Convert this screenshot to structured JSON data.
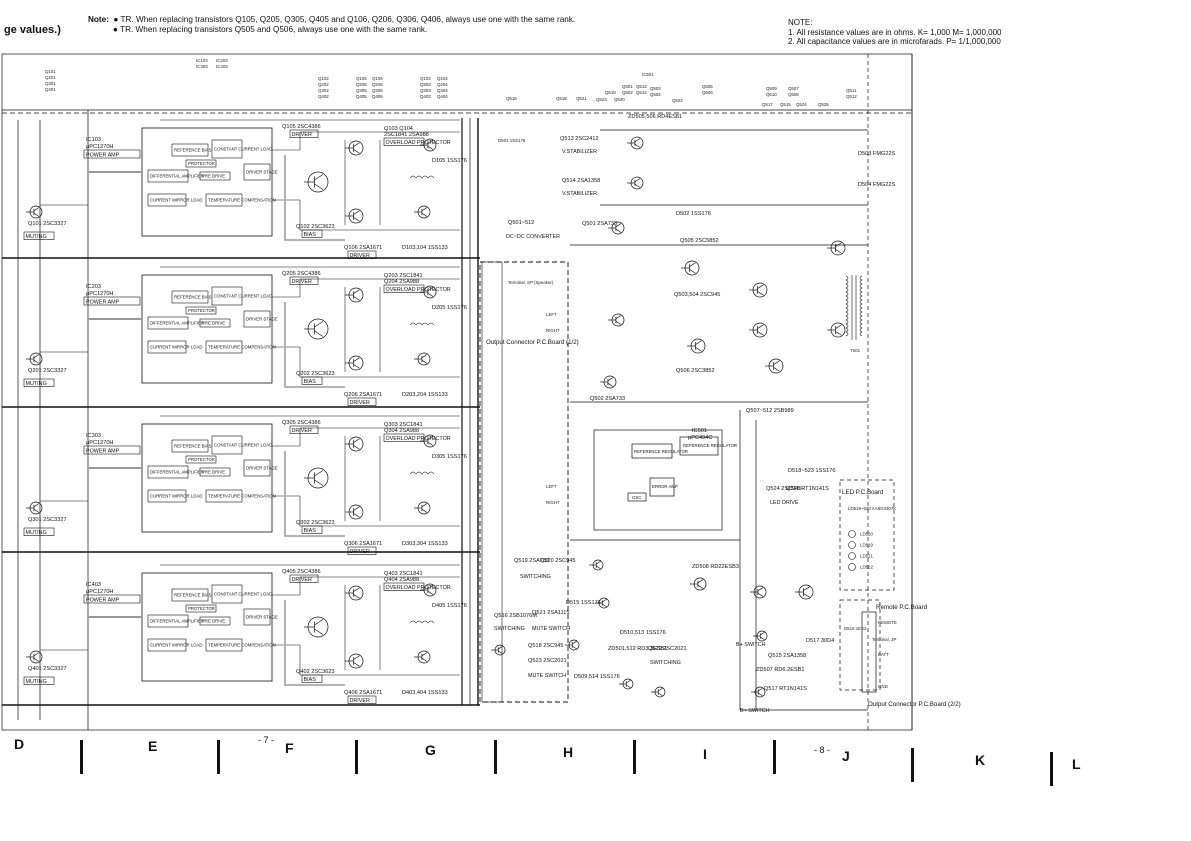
{
  "header": {
    "left_caption": "ge values.)",
    "note_label": "Note:",
    "note_lines": [
      "TR. When replacing transistors Q105, Q205, Q305, Q405 and Q106, Q206, Q306, Q406, always use one with the same rank.",
      "TR. When replacing transistors Q505 and Q506, always use one with the same rank."
    ],
    "note_right": [
      "NOTE:",
      "1. All resistance values are in ohms. K= 1,000 M= 1,000,000",
      "2. All capacitance values are in microfarads. P= 1/1,000,000"
    ]
  },
  "ref_rows": {
    "r1": [
      "Q101",
      "Q201",
      "Q301",
      "Q401"
    ],
    "r2": [
      "IC103",
      "IC203",
      "IC303",
      "IC403"
    ],
    "r3": [
      "Q102",
      "Q202",
      "Q302",
      "Q402"
    ],
    "r4": [
      "Q105",
      "Q205",
      "Q305",
      "Q405"
    ],
    "r5": [
      "Q106",
      "Q206",
      "Q306",
      "Q406"
    ],
    "r6": [
      "Q103",
      "Q203",
      "Q303",
      "Q403"
    ],
    "r7": [
      "Q104",
      "Q204",
      "Q304",
      "Q404"
    ],
    "r8": [
      "Q516"
    ],
    "r9": [
      "Q518",
      "Q521"
    ],
    "r10": [
      "IC501",
      "Q501",
      "Q502",
      "Q503",
      "Q519",
      "Q523",
      "Q520"
    ],
    "r11": [
      "Q513",
      "Q514",
      "Q503",
      "Q504"
    ],
    "r12": [
      "Q522"
    ],
    "r13": [
      "Q505",
      "Q506"
    ],
    "r14": [
      "Q509",
      "Q510",
      "Q507",
      "Q508"
    ],
    "r15": [
      "Q517",
      "Q515",
      "Q524",
      "Q525"
    ],
    "r16": [
      "Q511",
      "Q512"
    ]
  },
  "channels": [
    {
      "ic": "IC103",
      "ic_part": "μPC1270H",
      "ic_func": "POWER AMP",
      "drv": "Q105 2SC4386",
      "drv_tag": "DRIVER",
      "drv2": "Q106 2SA1671",
      "drv2_tag": "DRIVER",
      "bias": "Q102 2SC3623",
      "bias_tag": "BIAS",
      "mute": "Q101 2SC3327",
      "mute_tag": "MUTING",
      "diode": "D103,104 1SS133",
      "prot1": "Q103 Q104",
      "prot1_b": "2SC1841 2SA988",
      "prot_tag": "OVERLOAD PROTECTOR",
      "diode2": "D105 1SS176"
    },
    {
      "ic": "IC203",
      "ic_part": "μPC1270H",
      "ic_func": "POWER AMP",
      "drv": "Q205 2SC4386",
      "drv_tag": "DRIVER",
      "drv2": "Q206 2SA1671",
      "drv2_tag": "DRIVER",
      "bias": "Q202 2SC3623",
      "bias_tag": "BIAS",
      "mute": "Q201 2SC3327",
      "mute_tag": "MUTING",
      "diode": "D203,204 1SS133",
      "prot1": "Q203 2SC1841",
      "prot1_b": "Q204 2SA988",
      "prot_tag": "OVERLOAD PROTECTOR",
      "diode2": "D205 1SS176"
    },
    {
      "ic": "IC303",
      "ic_part": "μPC1270H",
      "ic_func": "POWER AMP",
      "drv": "Q305 2SC4386",
      "drv_tag": "DRIVER",
      "drv2": "Q306 2SA1671",
      "drv2_tag": "DRIVER",
      "bias": "Q302 2SC3623",
      "bias_tag": "BIAS",
      "mute": "Q301 2SC3327",
      "mute_tag": "MUTING",
      "diode": "D303,304 1SS133",
      "prot1": "Q303 2SC1841",
      "prot1_b": "Q304 2SA988",
      "prot_tag": "OVERLOAD PROTECTOR",
      "diode2": "D305 1SS176"
    },
    {
      "ic": "IC403",
      "ic_part": "μPC1270H",
      "ic_func": "POWER AMP",
      "drv": "Q405 2SC4386",
      "drv_tag": "DRIVER",
      "drv2": "Q406 2SA1671",
      "drv2_tag": "DRIVER",
      "bias": "Q402 2SC3623",
      "bias_tag": "BIAS",
      "mute": "Q401 2SC3327",
      "mute_tag": "MUTING",
      "diode": "D403,404 1SS133",
      "prot1": "Q403 2SC1841",
      "prot1_b": "Q404 2SA988",
      "prot_tag": "OVERLOAD PROTECTOR",
      "diode2": "D405 1SS176"
    }
  ],
  "ic_blocks": {
    "reference": "REFERENCE BIAS",
    "constant": "CONSTANT CURRENT LOAD",
    "protector": "PROTECTOR",
    "diff": "DIFFERENTIAL AMPLIFIER",
    "predrive": "PRE DRIVE",
    "driver_stage": "DRIVER STAGE",
    "current_mirror": "CURRENT MIRROR LOAD",
    "temp": "TEMPERATURE COMPENSATION"
  },
  "power": {
    "q513": "Q513 2SC2412",
    "q513_tag": "V.STABILIZER",
    "q514": "Q514 2SA1358",
    "q514_tag": "V.STABILIZER",
    "d501": "D501 1SS176",
    "zd": "ZD505,506 RD4ES81",
    "dcdc": "Q501~512",
    "dcdc_tag": "DC~DC CONVERTER",
    "q501": "Q501 2SA733",
    "q505": "Q505 2SC5852",
    "q503": "Q503,504 2SC945",
    "q506": "Q506 2SC3852",
    "q502": "Q502 2SA733",
    "q507": "Q507~512 2SB989",
    "d502": "D502 1SS176",
    "d503": "D503 FMG22S",
    "d504": "D504 FMG22S",
    "t501": "T501"
  },
  "connector": {
    "title": "Output Connector P.C.Board (1/2)",
    "terminal": "Terminal, SP (Speaker)",
    "left": "LEFT",
    "right": "RIGHT"
  },
  "regulator": {
    "ic": "IC501",
    "ic_part": "μPC494C",
    "tag": "REFERENCE REGULATOR",
    "reference": "REFERENCE REGULATOR",
    "error": "ERROR AMP",
    "osc": "OSC"
  },
  "lower": {
    "q519": "Q519 2SA733",
    "q520": "Q520 2SC945",
    "switch_tag": "SWITCHING",
    "q516": "Q516 2SB1076M",
    "q516_tag": "SWITCHING",
    "q521": "Q521 2SA1115",
    "q521_tag": "MUTE SWITCH",
    "q518": "Q518 2SC945",
    "q523": "Q523 2SC2021",
    "q523_tag": "MUTE SWITCH",
    "d515": "D515 1SS176",
    "d510": "D510,513 1SS176",
    "zd501": "ZD501,512 RD3.3ESB1",
    "q522": "Q522 2SC2021",
    "q522_tag": "SWITCHING",
    "zd508": "ZD508 RD22ESB3",
    "d509": "D509,514 1SS176",
    "q515": "Q515 2SA1358",
    "zd507": "ZD507 RD6.2ESB1",
    "q517": "Q517 RT1N141S",
    "b_switch": "B+ SWITCH",
    "q524": "Q524 2SC945",
    "q525": "Q525 RT1N141S",
    "led_drive": "LED DRIVE",
    "d518": "D518~523 1SS176",
    "d517": "D517 30D4"
  },
  "led_board": {
    "title": "LED P.C.Board",
    "part": "LD519~520 AA8G4307K",
    "leds": [
      "LD520",
      "LD519",
      "LD521",
      "LD522"
    ]
  },
  "remote": {
    "title": "Remote P.C.Board",
    "d516": "D516 1ES2",
    "terminal": "Terminal, 3P",
    "remote": "REMOTE",
    "batt": "BATT",
    "gnd": "GND"
  },
  "output_connector_2": "Output Connector P.C.Board (2/2)",
  "footer": {
    "columns": [
      "D",
      "E",
      "F",
      "G",
      "H",
      "I",
      "J",
      "K",
      "L"
    ],
    "page_left": "- 7 -",
    "page_right": "- 8 -"
  }
}
